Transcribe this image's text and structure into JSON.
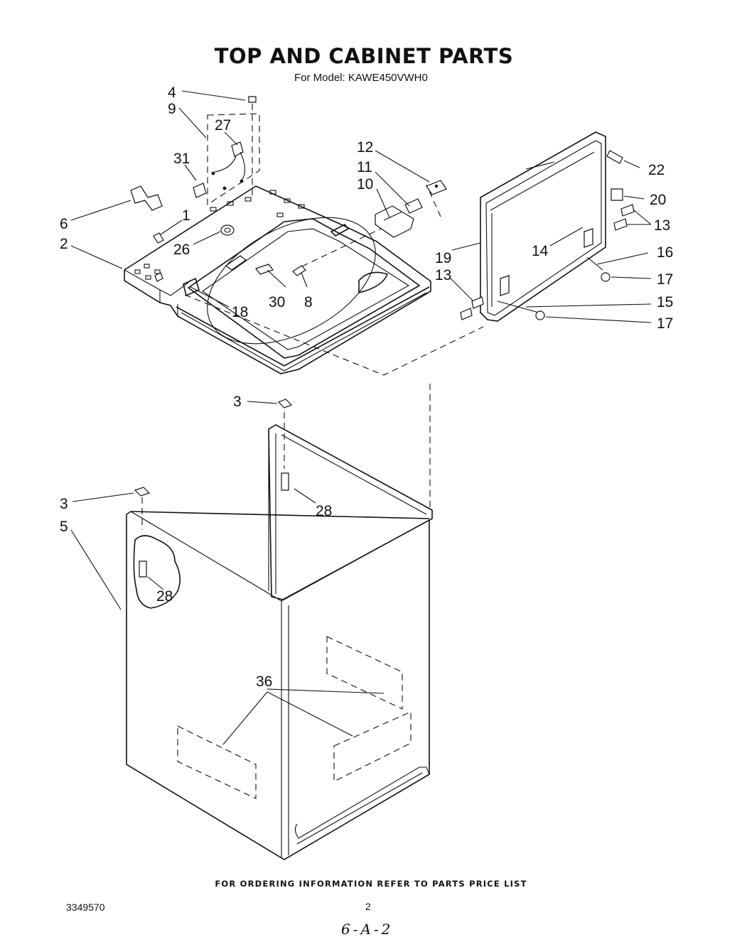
{
  "header": {
    "title": "TOP AND CABINET PARTS",
    "model": "For Model: KAWE450VWH0"
  },
  "callouts": {
    "c1": "1",
    "c2": "2",
    "c3a": "3",
    "c3b": "3",
    "c4": "4",
    "c5": "5",
    "c6": "6",
    "c8": "8",
    "c9": "9",
    "c10": "10",
    "c11": "11",
    "c12": "12",
    "c13a": "13",
    "c13b": "13",
    "c14": "14",
    "c15": "15",
    "c16": "16",
    "c17a": "17",
    "c17b": "17",
    "c18": "18",
    "c19": "19",
    "c20": "20",
    "c22": "22",
    "c26": "26",
    "c27": "27",
    "c28a": "28",
    "c28b": "28",
    "c30": "30",
    "c31": "31",
    "c36": "36"
  },
  "footer": {
    "ordering_note": "FOR ORDERING INFORMATION REFER TO PARTS PRICE LIST",
    "document_number": "3349570",
    "page_number": "2",
    "handwritten_code": "6-A-2"
  }
}
